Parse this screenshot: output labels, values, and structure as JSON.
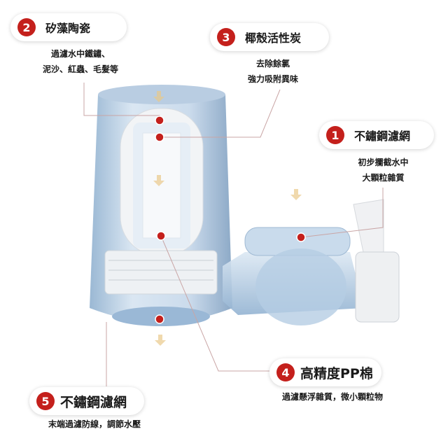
{
  "callouts": [
    {
      "number": "1",
      "title": "不鏽鋼濾網",
      "lines": [
        "初步攔截水中",
        "大顆粒雜質"
      ]
    },
    {
      "number": "2",
      "title": "矽藻陶瓷",
      "lines": [
        "過濾水中鐵鏽、",
        "泥沙、紅蟲、毛髮等"
      ]
    },
    {
      "number": "3",
      "title": "椰殼活性炭",
      "lines": [
        "去除餘氯",
        "強力吸附異味"
      ]
    },
    {
      "number": "4",
      "title": "高精度PP棉",
      "lines": [
        "過濾懸浮雜質，微小顆粒物"
      ]
    },
    {
      "number": "5",
      "title": "不鏽鋼濾網",
      "lines": [
        "末端過濾防線，調節水壓"
      ]
    }
  ],
  "colors": {
    "accent": "#c4201c",
    "body": "#a9c3dc"
  }
}
